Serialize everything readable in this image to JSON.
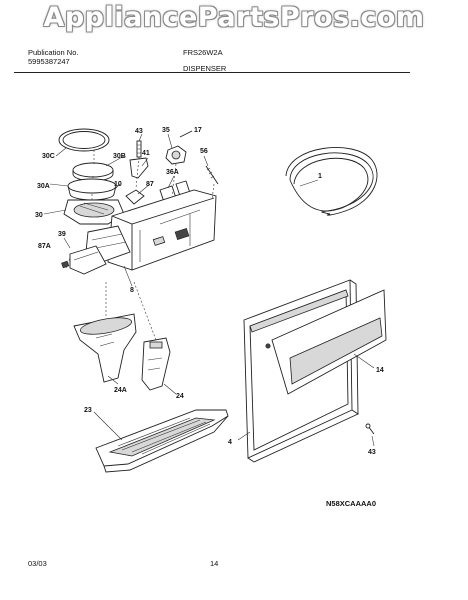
{
  "watermark": "AppliancePartsPros.com",
  "header": {
    "publication_label": "Publication No.",
    "publication_number": "5995387247",
    "model": "FRS26W2A",
    "section": "DISPENSER"
  },
  "diagram_code": "N58XCAAAA0",
  "callouts": {
    "c30c": "30C",
    "c30b": "30B",
    "c30a": "30A",
    "c30": "30",
    "c10": "10",
    "c43a": "43",
    "c41": "41",
    "c35": "35",
    "c17": "17",
    "c56": "56",
    "c87": "87",
    "c36a": "36A",
    "c39": "39",
    "c87a": "87A",
    "c8": "8",
    "c1": "1",
    "c14": "14",
    "c24a": "24A",
    "c24": "24",
    "c23": "23",
    "c4": "4",
    "c43b": "43"
  },
  "footer": {
    "date": "03/03",
    "page": "14"
  }
}
